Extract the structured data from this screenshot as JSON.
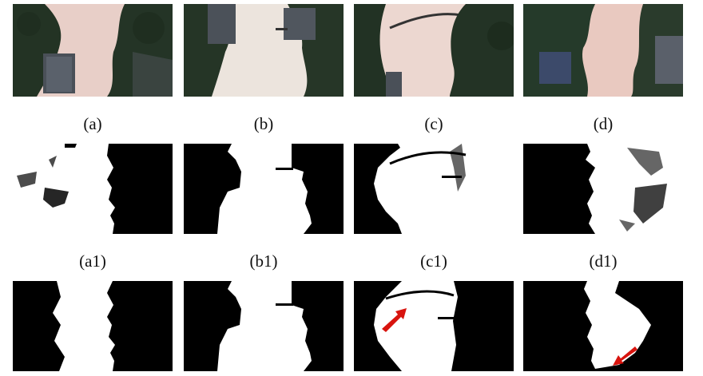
{
  "captions_row1": [
    "(a)",
    "(b)",
    "(c)",
    "(d)"
  ],
  "captions_row2": [
    "(a1)",
    "(b1)",
    "(c1)",
    "(d1)"
  ],
  "colors": {
    "sky": "#ecd3cd",
    "sky_b": "#ebe3dc",
    "tree": "#2b3a2a",
    "building": "#4a5058",
    "mask_black": "#000000",
    "mask_white": "#ffffff",
    "arrow": "#d8140e"
  }
}
